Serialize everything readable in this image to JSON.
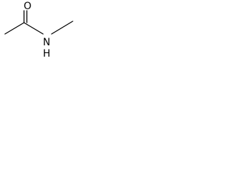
{
  "molecule": {
    "atoms": [
      {
        "id": "o1",
        "element": "O"
      },
      {
        "id": "n1",
        "element": "N",
        "hydrogen": "H"
      }
    ],
    "labels": {
      "oxygen": "O",
      "nitrogen": "N",
      "hydrogen": "H"
    },
    "colors": {
      "bond": "#000000",
      "text": "#000000",
      "background": "#ffffff"
    }
  }
}
